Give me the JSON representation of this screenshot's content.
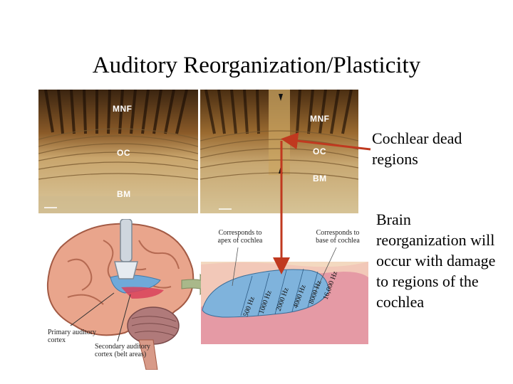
{
  "title": "Auditory Reorganization/Plasticity",
  "micrograph_left": {
    "label_top": "MNF",
    "label_mid": "OC",
    "label_bottom": "BM"
  },
  "micrograph_right": {
    "label_top": "MNF",
    "label_mid": "OC",
    "label_bottom": "BM"
  },
  "cochlea": {
    "apex_label": "Corresponds to apex of cochlea",
    "base_label": "Corresponds to base of cochlea",
    "frequencies": [
      "500 Hz",
      "1000 Hz",
      "2000 Hz",
      "4000 Hz",
      "8000 Hz",
      "16,000 Hz"
    ]
  },
  "brain": {
    "primary_label": "Primary auditory cortex",
    "secondary_label": "Secondary auditory cortex (belt areas)"
  },
  "annotations": {
    "dead_regions": "Cochlear dead regions",
    "brain_reorg": "Brain reorganization will occur with damage to regions of the cochlea"
  },
  "colors": {
    "arrow": "#c0391f",
    "cochlea_blue": "#7fb3dc",
    "cochlea_pink": "#e59aa5"
  }
}
